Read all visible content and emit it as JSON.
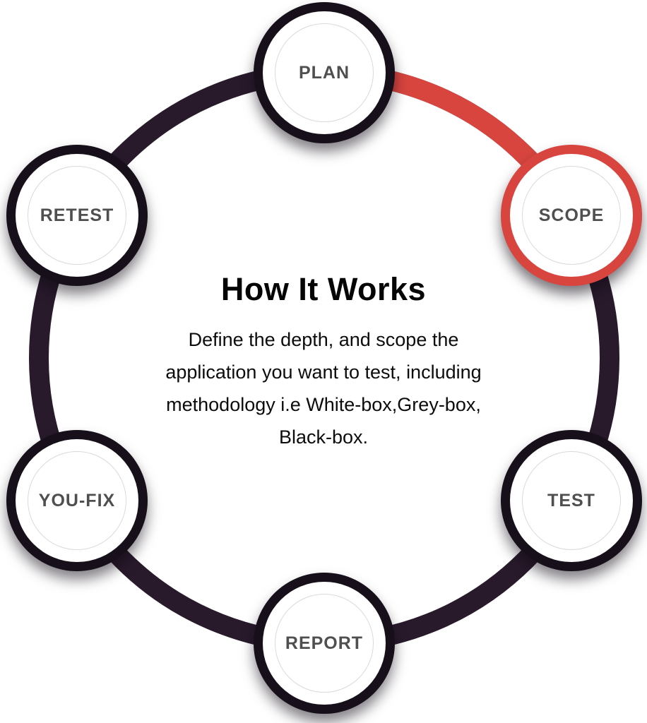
{
  "diagram": {
    "title": "How It Works",
    "description_lines": [
      "Define the depth, and scope the",
      "application you want to test, including",
      "methodology i.e White-box,Grey-box,",
      "Black-box."
    ],
    "active_step": "SCOPE",
    "nodes": [
      {
        "id": "plan",
        "label": "PLAN",
        "active": false
      },
      {
        "id": "scope",
        "label": "SCOPE",
        "active": true
      },
      {
        "id": "test",
        "label": "TEST",
        "active": false
      },
      {
        "id": "report",
        "label": "REPORT",
        "active": false
      },
      {
        "id": "you-fix",
        "label": "YOU-FIX",
        "active": false
      },
      {
        "id": "retest",
        "label": "RETEST",
        "active": false
      }
    ],
    "colors": {
      "accent_red": "#d8453f",
      "ring_dark": "#281a2b",
      "node_ring_dark": "#17101b",
      "label_gray": "#4f4f4f",
      "inner_circle_border": "#dadada"
    }
  }
}
